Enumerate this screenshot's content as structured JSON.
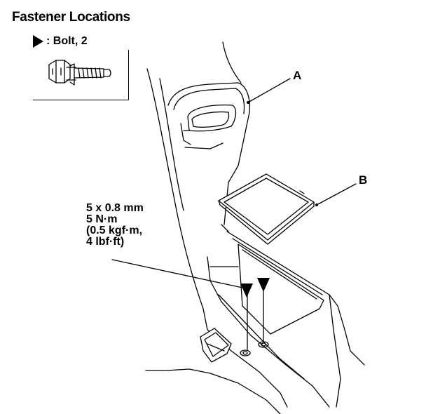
{
  "title": "Fastener Locations",
  "legend": {
    "symbol_label": ": Bolt, 2",
    "symbol_icon": "triangle-marker-icon"
  },
  "spec": {
    "line1": "5 x 0.8 mm",
    "line2": "5 N·m",
    "line3": "(0.5 kgf·m,",
    "line4": "4 lbf·ft)"
  },
  "callouts": {
    "a": "A",
    "b": "B"
  }
}
